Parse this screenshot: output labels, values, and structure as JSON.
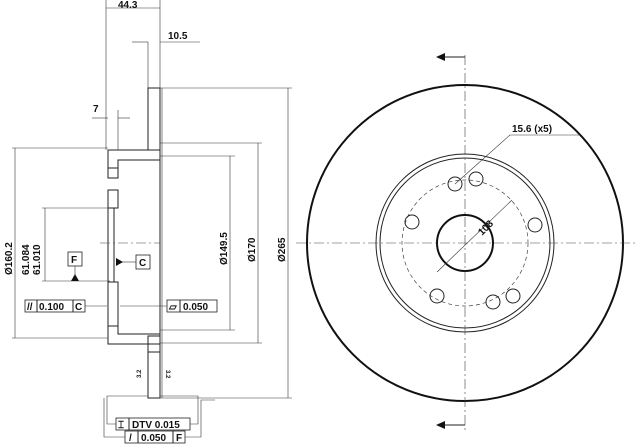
{
  "title": "Brake disc technical drawing",
  "dimensions": {
    "overall_height": "44.3",
    "disc_thickness": "10.5",
    "hub_thickness": "7",
    "dia_160": "Ø160.2",
    "dia_centering_max": "61.084",
    "dia_centering_min": "61.010",
    "dia_149": "Ø149.5",
    "dia_170": "Ø170",
    "dia_265": "Ø265",
    "bolt_holes": "15.6 (x5)",
    "bolt_circle": "108",
    "roughness_left": "3.2",
    "roughness_right": "3.2"
  },
  "datums": {
    "f": "F",
    "c": "C"
  },
  "tolerances": {
    "parallelism_symbol": "//",
    "parallelism_value": "0.100",
    "parallelism_datum": "C",
    "flatness_symbol": "▱",
    "flatness_value": "0.050",
    "dtv_symbol": "⌶",
    "dtv_value": "DTV 0.015",
    "runout_symbol": "/",
    "runout_value": "0.050",
    "runout_datum": "F"
  }
}
